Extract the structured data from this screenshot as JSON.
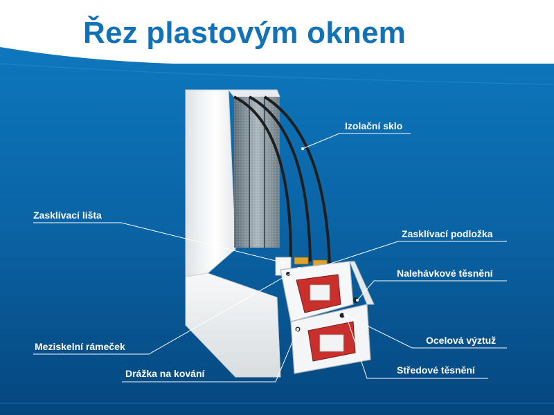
{
  "title": "Řez plastovým oknem",
  "labels": {
    "izolacni_sklo": "Izolační sklo",
    "zasklivaci_lista": "Zasklívací lišta",
    "zasklivaci_podlozka": "Zasklívací podložka",
    "nalehavkove_tesneni": "Nalehávkové těsnění",
    "ocelova_vyztuz": "Ocelová výztuž",
    "meziskelni_ramecek": "Meziskelní rámeček",
    "drazka_na_kovani": "Drážka na kování",
    "stredove_tesneni": "Středové těsnění"
  },
  "colors": {
    "title": "#1272b8",
    "background_top": "#ffffff",
    "background_blue": "#0b6aab",
    "background_blue_dark": "#05467e",
    "leader_lines": "#ffffff",
    "frame_pvc": "#f2f4f5",
    "reinforcement": "#c9302c",
    "glass_bar": "#2a2a2a",
    "spacer": "#d9a52a"
  }
}
